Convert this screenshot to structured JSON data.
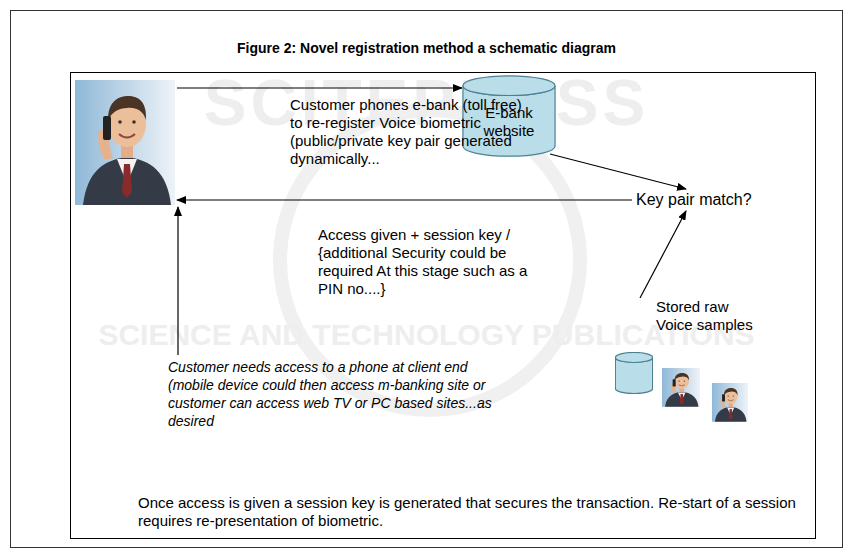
{
  "diagram": {
    "title": "Figure 2: Novel registration method a schematic diagram",
    "nodes": [
      {
        "text": []
      },
      {
        "text": [
          "E-bank website"
        ]
      },
      {
        "text": [
          "Key pair match?"
        ]
      },
      {
        "text": [
          "Stored raw Voice samples"
        ]
      },
      {
        "text": [
          "Customer needs access to a phone at client end (mobile device could then access m-banking site or customer can access web TV or PC based sites...as desired"
        ]
      }
    ],
    "edges": [
      {
        "from": 0,
        "to": 1,
        "arrow": "to",
        "label": "Customer phones e-bank (toll free) to re-register Voice biometric (public/private key pair generated dynamically..."
      },
      {
        "from": 1,
        "to": 2,
        "arrow": "to"
      },
      {
        "from": 3,
        "to": 2,
        "arrow": "to"
      },
      {
        "from": 2,
        "to": 0,
        "arrow": "to",
        "label": "Access given + session key / {additional Security could be required At this stage such as a PIN no....}"
      },
      {
        "from": 4,
        "to": 0,
        "arrow": "to"
      }
    ],
    "labels": [
      "Once access is given a session key is generated that secures the transaction. Re-start of a session requires re-presentation of biometric.",
      "SCITEPRESS",
      "SCIENCE AND TECHNOLOGY PUBLICATIONS"
    ]
  }
}
